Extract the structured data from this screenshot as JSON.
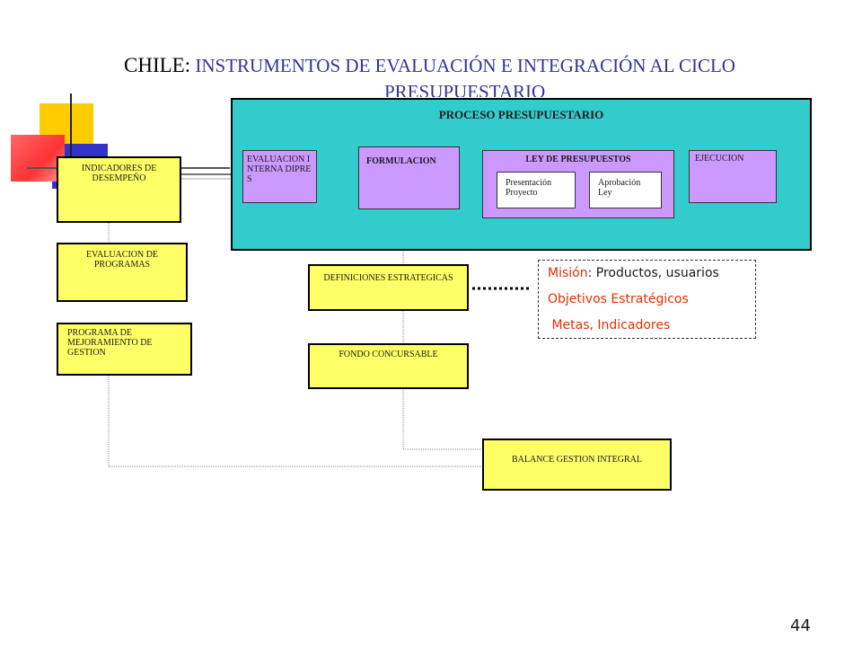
{
  "title": {
    "country": "CHILE:",
    "line1_rest": " INSTRUMENTOS DE EVALUACIÓN E INTEGRACIÓN AL CICLO",
    "line2": "PRESUPUESTARIO"
  },
  "proceso": {
    "title": "PROCESO PRESUPUESTARIO",
    "evaluacion": "EVALUACION INTERNA DIPRES",
    "formulacion": "FORMULACION",
    "ley_title": "LEY DE PRESUPUESTOS",
    "presentacion": "Presentación Proyecto",
    "aprobacion": "Aprobación Ley",
    "ejecucion": "EJECUCION"
  },
  "left": {
    "indicadores": "INDICADORES DE DESEMPEÑO",
    "evaluacion_programas": "EVALUACION DE PROGRAMAS",
    "pmg": "PROGRAMA DE MEJORAMIENTO DE GESTION"
  },
  "center": {
    "definiciones": "DEFINICIONES ESTRATEGICAS",
    "fondo": "FONDO CONCURSABLE",
    "balance": "BALANCE GESTION INTEGRAL"
  },
  "note": {
    "mision_label": "Misión",
    "mision_rest": ": Productos, usuarios",
    "objetivos": "Objetivos Estratégicos",
    "metas": " Metas, Indicadores"
  },
  "page_number": "44",
  "colors": {
    "proceso_bg": "#33cccc",
    "yellow_box": "#ffff66",
    "purple_box": "#cc99ff",
    "title_blue": "#333399",
    "note_red": "#e62e00"
  }
}
